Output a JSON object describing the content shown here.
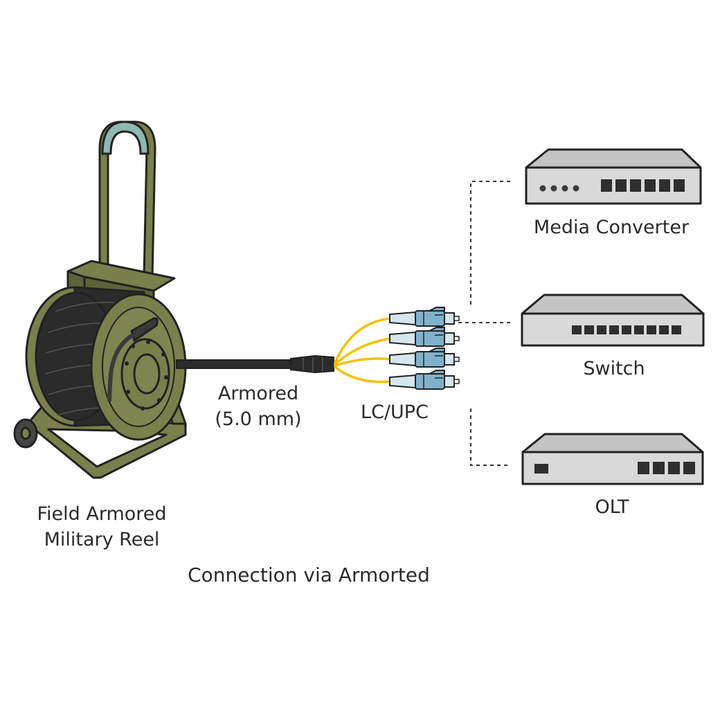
{
  "labels": {
    "reel_line1": "Field Armored",
    "reel_line2": "Military Reel",
    "cable_line1": "Armored",
    "cable_line2": "(5.0 mm)",
    "connector": "LC/UPC",
    "device_top": "Media Converter",
    "device_mid": "Switch",
    "device_bottom": "OLT",
    "caption": "Connection via Armorted"
  },
  "colors": {
    "reel_green": "#7a7f4b",
    "reel_dark": "#5e6238",
    "handle_grip": "#8fb8b2",
    "cable": "#2b2b2b",
    "fiber": "#f2c200",
    "connector_blue": "#7fb2cc",
    "connector_light": "#d6e6ee",
    "device_fill": "#d9d9d9",
    "device_top": "#c4c4c4",
    "outline": "#222222"
  }
}
